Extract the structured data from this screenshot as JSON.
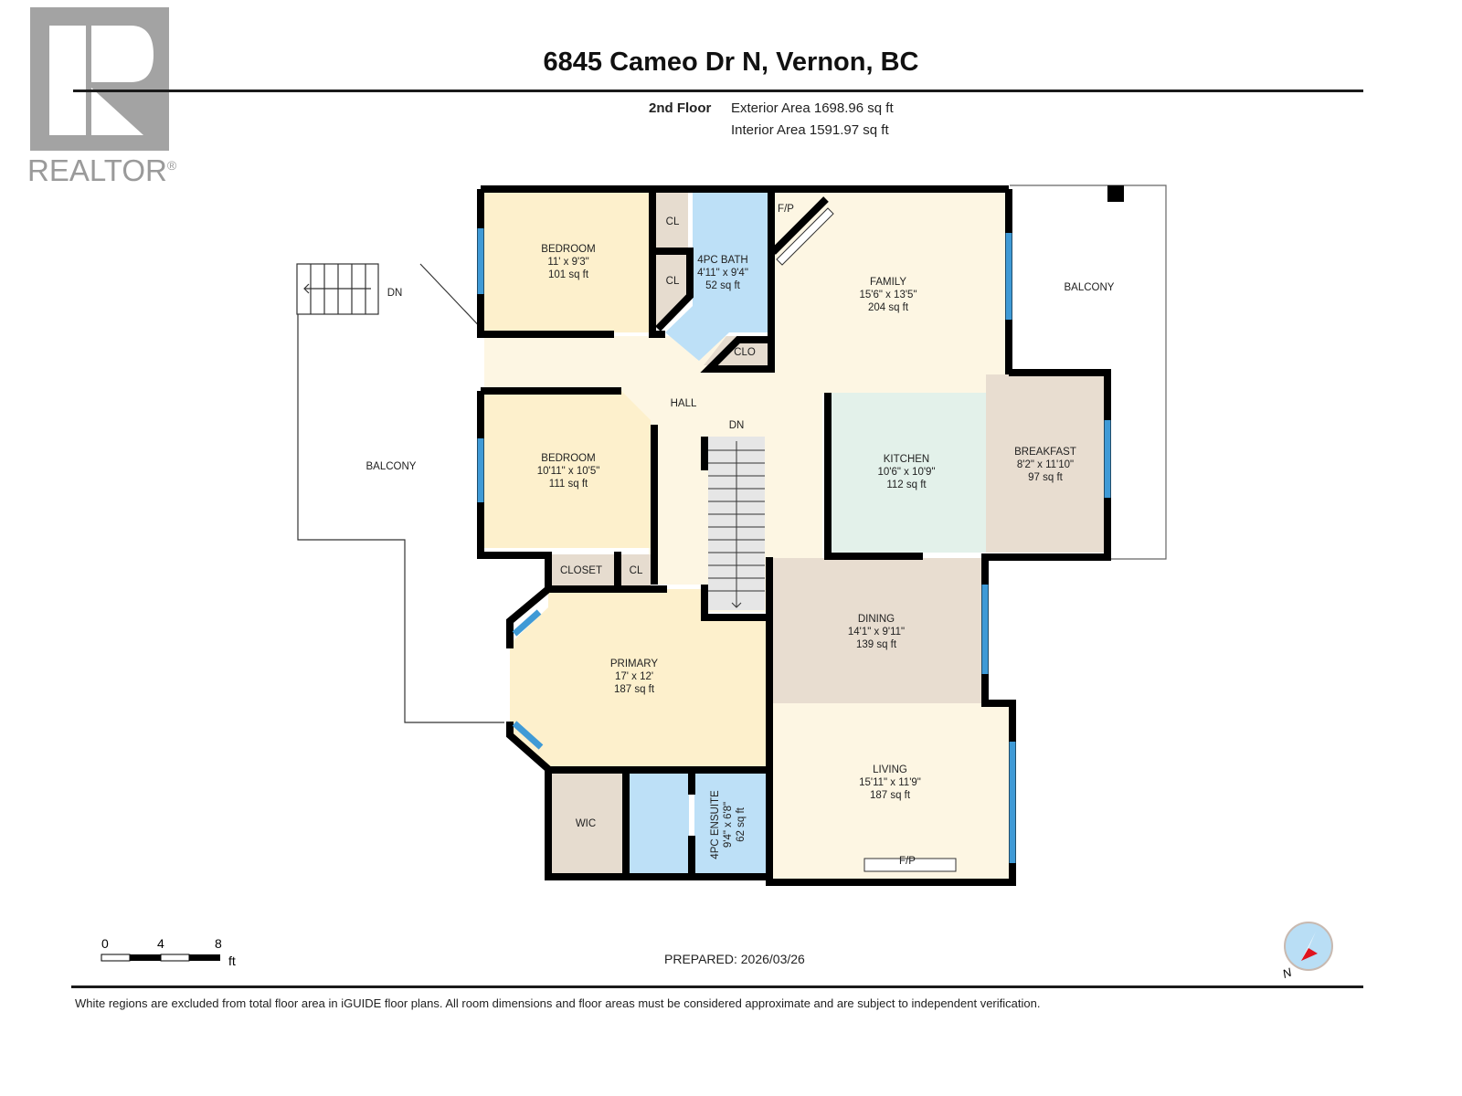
{
  "logo": {
    "brand": "REALTOR",
    "mark": "R",
    "registered": "®",
    "icon": "realtor-logo-icon"
  },
  "header": {
    "title": "6845 Cameo Dr N, Vernon, BC",
    "floor": "2nd Floor",
    "exterior_area": "Exterior Area 1698.96 sq ft",
    "interior_area": "Interior Area 1591.97 sq ft"
  },
  "colors": {
    "bedroom": "#fdf0cc",
    "bath": "#bde0f7",
    "closet": "#e6dccf",
    "living": "#fdf6e3",
    "kitchen": "#e3f1ea",
    "breakfast": "#e8ddd0",
    "dining": "#e8ddd0",
    "hall": "#fdf6e3",
    "window": "#3f9ad6",
    "wall": "#000000"
  },
  "rooms": [
    {
      "name": "BEDROOM",
      "dims": "11' x 9'3\"",
      "area": "101 sq ft"
    },
    {
      "name": "4PC BATH",
      "dims": "4'11\" x 9'4\"",
      "area": "52 sq ft"
    },
    {
      "name": "FAMILY",
      "dims": "15'6\" x 13'5\"",
      "area": "204 sq ft"
    },
    {
      "name": "BEDROOM",
      "dims": "10'11\" x 10'5\"",
      "area": "111 sq ft"
    },
    {
      "name": "KITCHEN",
      "dims": "10'6\" x 10'9\"",
      "area": "112 sq ft"
    },
    {
      "name": "BREAKFAST",
      "dims": "8'2\" x 11'10\"",
      "area": "97 sq ft"
    },
    {
      "name": "DINING",
      "dims": "14'1\" x 9'11\"",
      "area": "139 sq ft"
    },
    {
      "name": "PRIMARY",
      "dims": "17' x 12'",
      "area": "187 sq ft"
    },
    {
      "name": "LIVING",
      "dims": "15'11\" x 11'9\"",
      "area": "187 sq ft"
    },
    {
      "name": "4PC ENSUITE",
      "dims": "9'4\" x 6'8\"",
      "area": "62 sq ft"
    }
  ],
  "labels": {
    "cl": "CL",
    "clo": "CLO",
    "closet": "CLOSET",
    "wic": "WIC",
    "hall": "HALL",
    "dn": "DN",
    "fp": "F/P",
    "balcony": "BALCONY"
  },
  "scale": {
    "ticks": [
      "0",
      "4",
      "8"
    ],
    "unit": "ft"
  },
  "compass": {
    "label": "N",
    "icon": "compass-icon"
  },
  "footer": {
    "prepared": "PREPARED: 2026/03/26",
    "disclaimer": "White regions are excluded from total floor area in iGUIDE floor plans. All room dimensions and floor areas must be considered approximate and are subject to independent verification."
  }
}
